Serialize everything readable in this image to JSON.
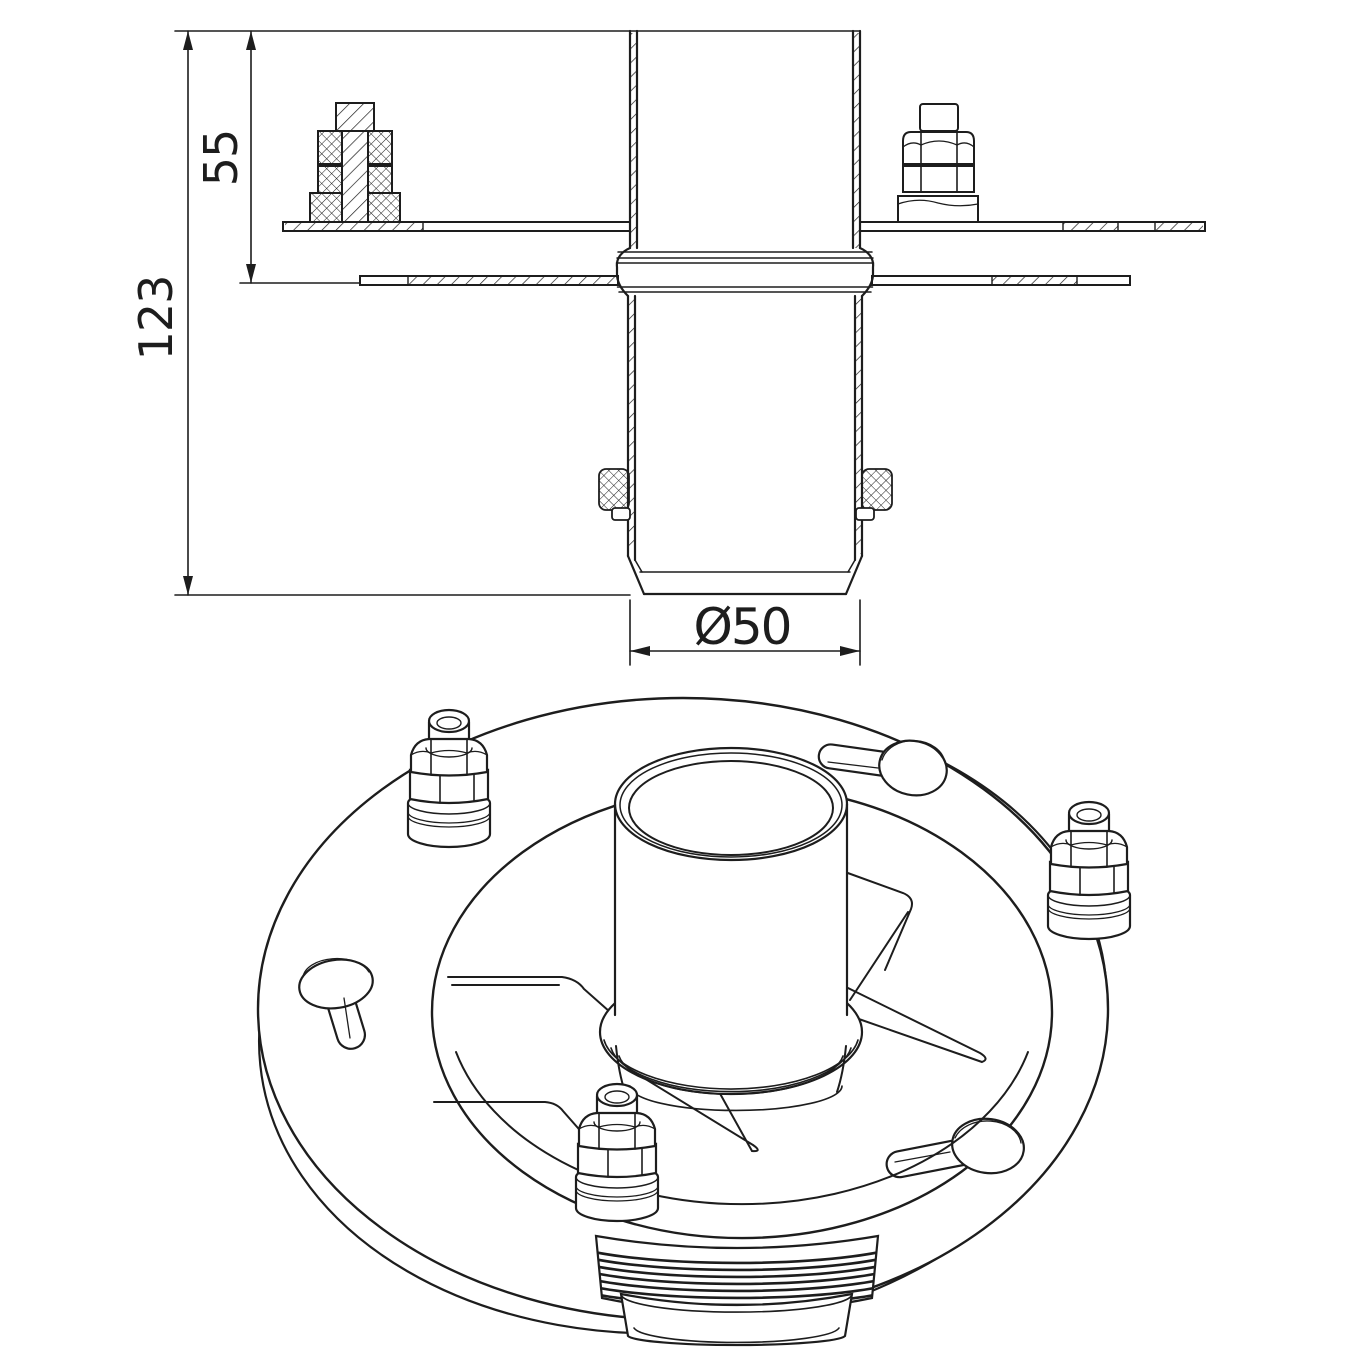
{
  "page": {
    "background": "#ffffff",
    "line_color": "#1d1d1d"
  },
  "section_view": {
    "label_overall_height": "123",
    "label_upper_height": "55",
    "label_diameter": "Ø50"
  }
}
